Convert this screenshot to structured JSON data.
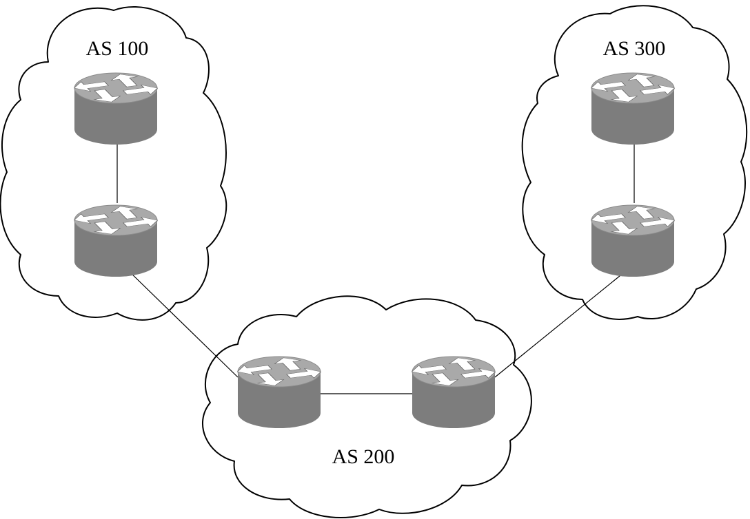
{
  "diagram": {
    "as_labels": {
      "as100": "AS 100",
      "as200": "AS 200",
      "as300": "AS 300"
    },
    "colors": {
      "router_side": "#7d7d7d",
      "router_top": "#a9a9a9",
      "outline": "#000000"
    },
    "icons": {
      "router": "router-icon"
    }
  }
}
